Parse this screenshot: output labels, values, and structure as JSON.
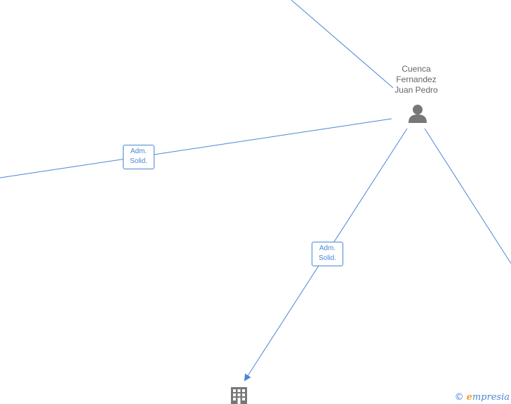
{
  "diagram": {
    "person": {
      "name_lines": [
        "Cuenca",
        "Fernandez",
        "Juan Pedro"
      ],
      "icon": "person-icon"
    },
    "company": {
      "icon": "building-icon"
    },
    "edges": [
      {
        "label": [
          "Adm.",
          "Solid."
        ]
      },
      {
        "label": [
          "Adm.",
          "Solid."
        ]
      }
    ],
    "colors": {
      "edge": "#4a86d4",
      "icon": "#777777",
      "text": "#666666",
      "logo_accent": "#f0a020"
    }
  },
  "footer": {
    "copyright_symbol": "©",
    "brand_first_letter": "e",
    "brand_rest": "mpresia"
  }
}
